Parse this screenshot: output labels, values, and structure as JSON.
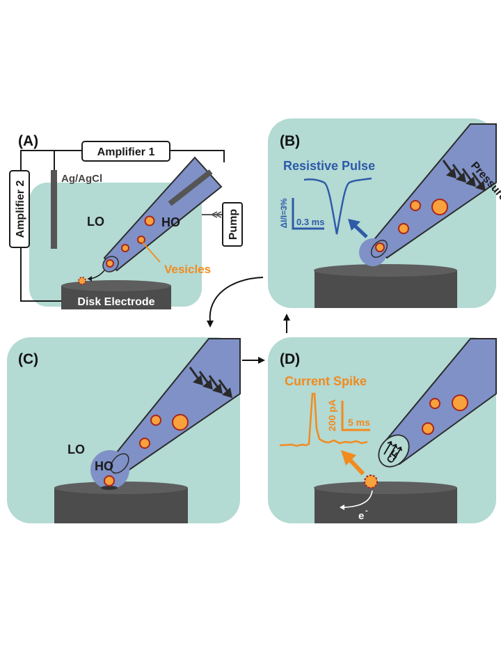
{
  "panels": {
    "a": {
      "label": "(A)",
      "amplifier1": "Amplifier 1",
      "amplifier2": "Amplifier 2",
      "reference": "Ag/AgCl",
      "lo": "LO",
      "ho": "HO",
      "pump": "Pump",
      "vesicles": "Vesicles",
      "electrode": "Disk Electrode"
    },
    "b": {
      "label": "(B)",
      "title": "Resistive Pulse",
      "scale_y": "ΔI/I=3%",
      "scale_x": "0.3 ms",
      "pressure": "Pressure"
    },
    "c": {
      "label": "(C)",
      "lo": "LO",
      "ho": "HO"
    },
    "d": {
      "label": "(D)",
      "title": "Current Spike",
      "scale_y": "200 pA",
      "scale_x": "5 ms",
      "cf": "CF",
      "electron": "e",
      "electron_sup": "-"
    }
  },
  "colors": {
    "panel_bg": "#b3dad3",
    "pipette": "#7f91c6",
    "pipette_edge": "#2b2b2b",
    "vesicle": "#f7a23c",
    "vesicle_edge": "#a8251c",
    "electrode": "#4c4c4c",
    "resistive_trace": "#2e5aa8",
    "spike_trace": "#f28a1e",
    "vesicles_label": "#f28a1e"
  }
}
